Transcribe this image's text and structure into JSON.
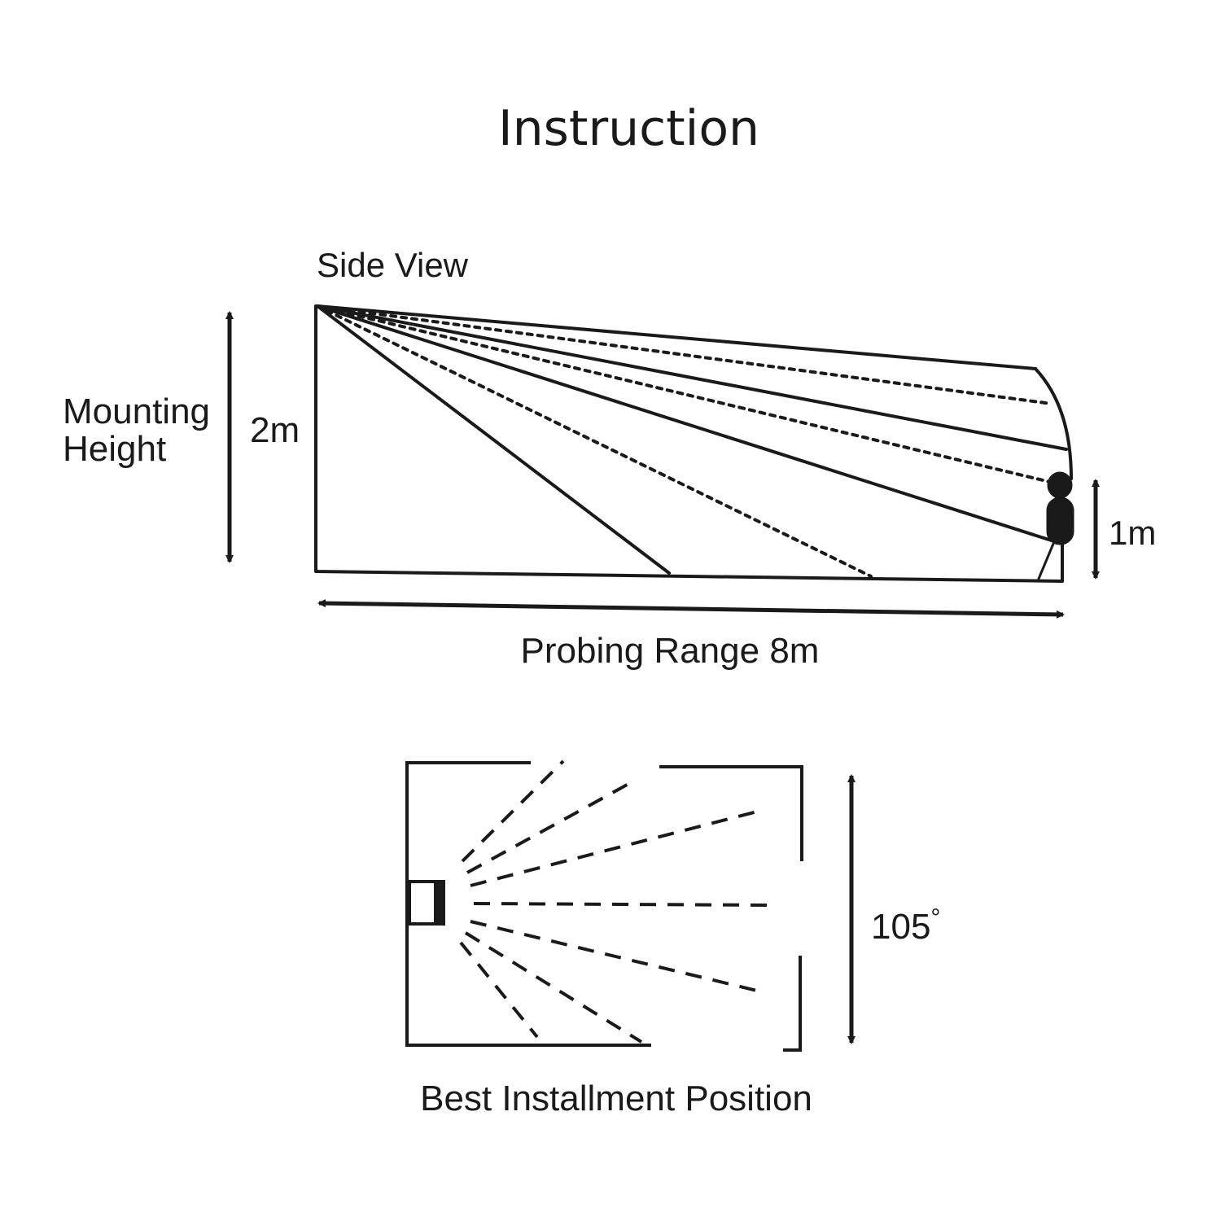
{
  "title": "Instruction",
  "side_view": {
    "heading": "Side View",
    "mounting_label_line1": "Mounting",
    "mounting_label_line2": "Height",
    "mounting_height": "2m",
    "target_height": "1m",
    "range_label": "Probing Range 8m"
  },
  "top_view": {
    "angle_value": "105",
    "angle_unit": "°",
    "caption": "Best Installment Position"
  },
  "colors": {
    "ink": "#1a1a1a",
    "background": "#ffffff"
  }
}
